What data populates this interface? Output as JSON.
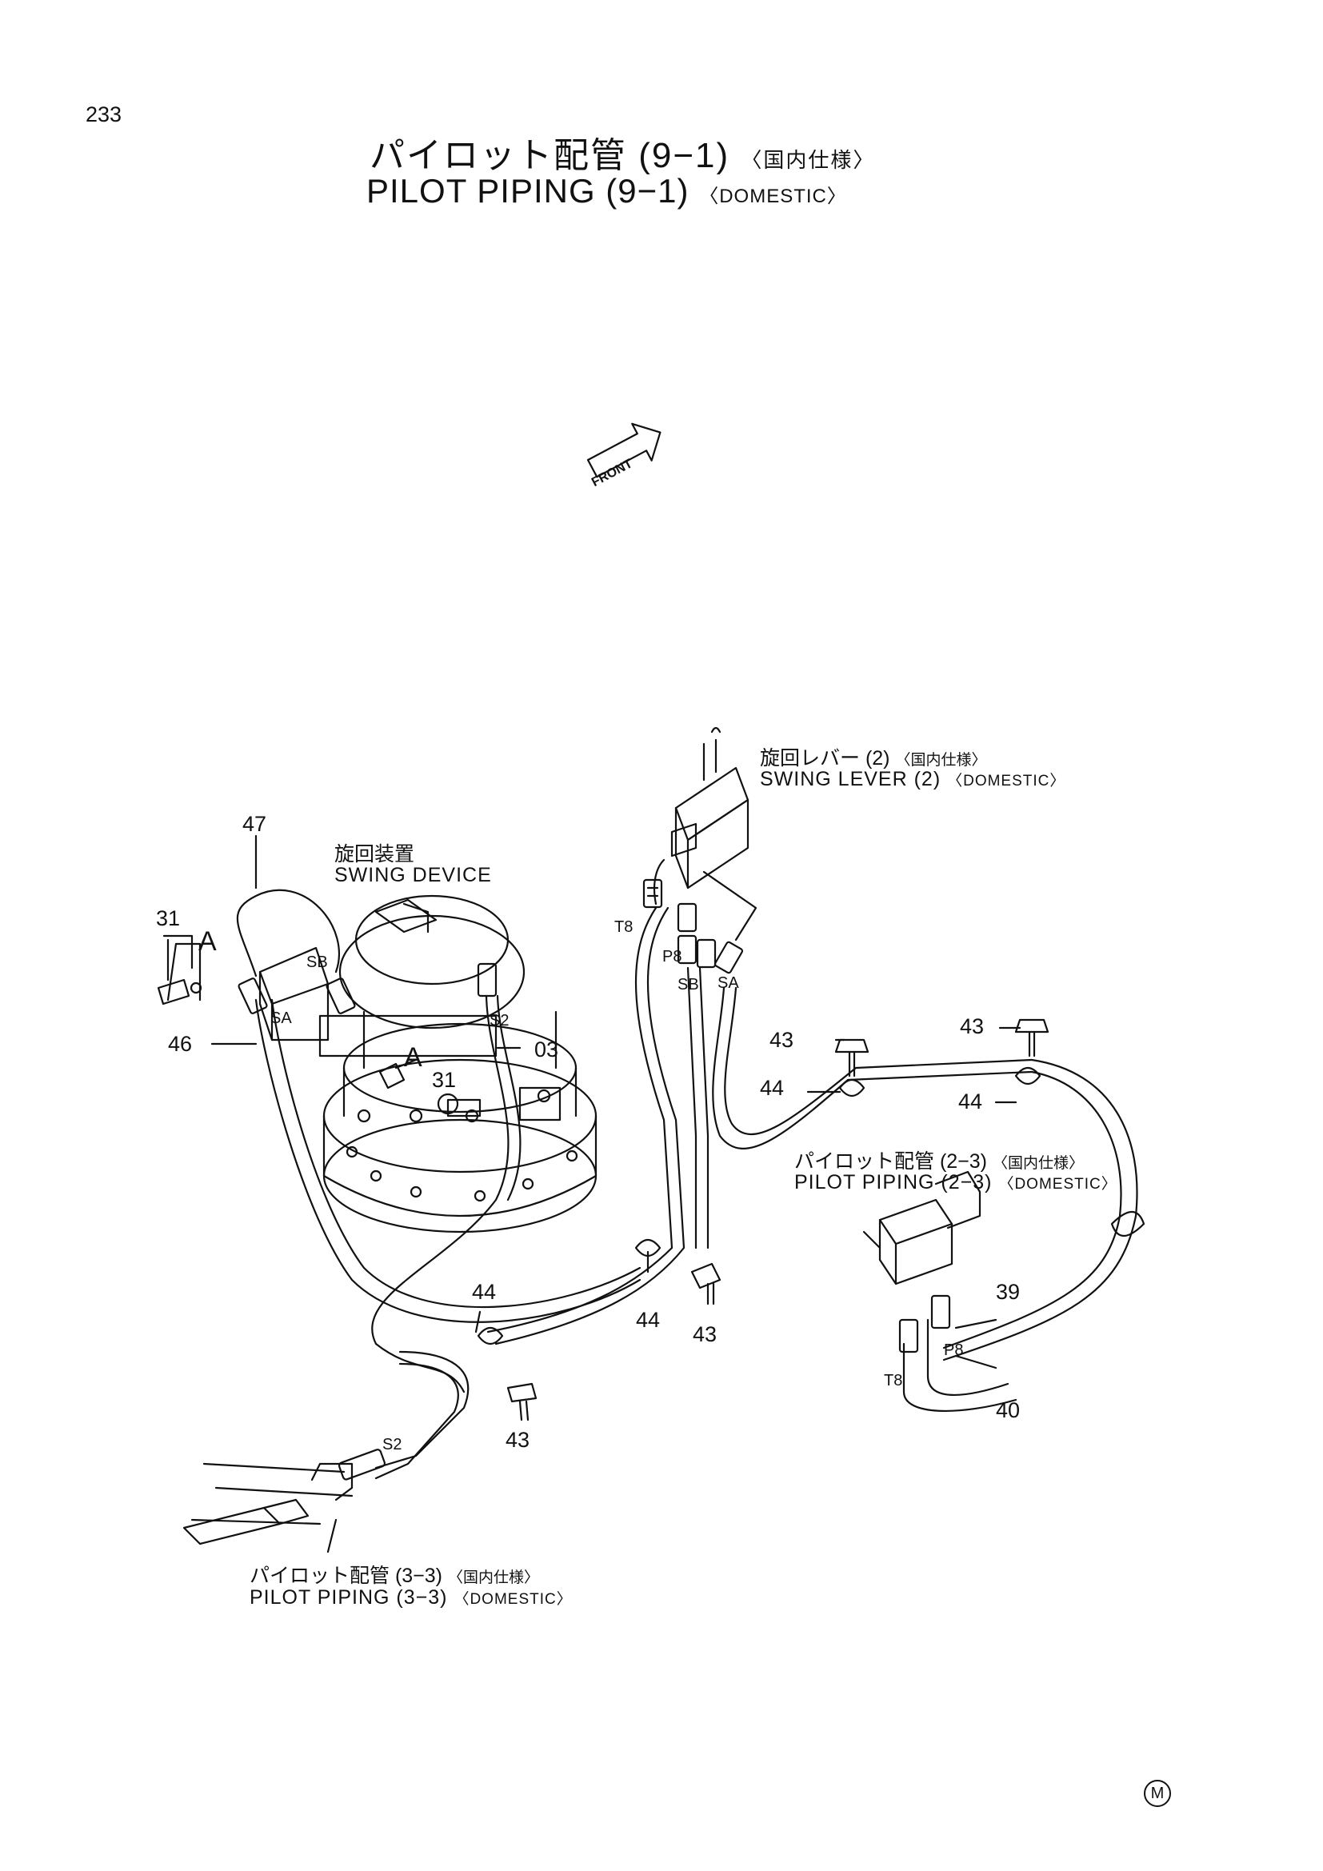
{
  "page_number": "233",
  "title": {
    "jp": "パイロット配管 (9−1)",
    "jp_suffix": "〈国内仕様〉",
    "en": "PILOT PIPING (9−1)",
    "en_suffix": "〈DOMESTIC〉"
  },
  "front_marker": "FRONT",
  "assemblies": {
    "swing_lever": {
      "jp": "旋回レバー (2)",
      "jp_suffix": "〈国内仕様〉",
      "en": "SWING LEVER (2)",
      "en_suffix": "〈DOMESTIC〉"
    },
    "swing_device": {
      "jp": "旋回装置",
      "en": "SWING DEVICE"
    },
    "pilot_piping_2_3": {
      "jp": "パイロット配管 (2−3)",
      "jp_suffix": "〈国内仕様〉",
      "en": "PILOT PIPING (2−3)",
      "en_suffix": "〈DOMESTIC〉"
    },
    "pilot_piping_3_3": {
      "jp": "パイロット配管 (3−3)",
      "jp_suffix": "〈国内仕様〉",
      "en": "PILOT PIPING (3−3)",
      "en_suffix": "〈DOMESTIC〉"
    }
  },
  "part_numbers": {
    "p47": "47",
    "p31_left": "31",
    "p31_center": "31",
    "p46": "46",
    "p03": "03",
    "p43_top_center": "43",
    "p43_top_right": "43",
    "p44_mid": "44",
    "p44_right": "44",
    "p44_lower": "44",
    "p44_clamp": "44",
    "p43_lower_mid": "43",
    "p43_bottom": "43",
    "p39": "39",
    "p40": "40"
  },
  "ports": {
    "sb_device": "SB",
    "sa_device": "SA",
    "s2_device": "S2",
    "t8_lever": "T8",
    "p8_lever": "P8",
    "sb_lever": "SB",
    "sa_lever": "SA",
    "p8_valve": "P8",
    "t8_valve": "T8",
    "s2_bottom": "S2"
  },
  "view_callouts": {
    "a_left": "A",
    "a_center": "A"
  },
  "maker_mark": "M"
}
